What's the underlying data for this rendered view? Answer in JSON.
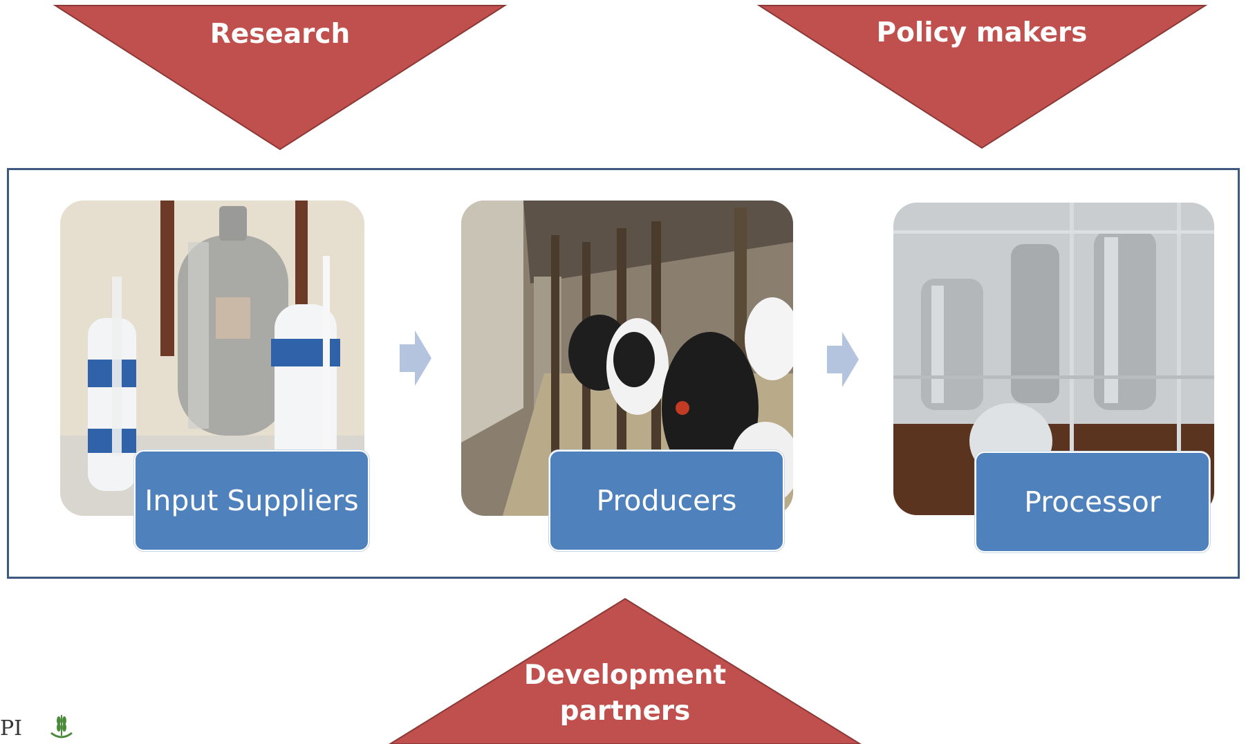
{
  "diagram": {
    "actors": [
      {
        "id": "research",
        "label": "Research"
      },
      {
        "id": "policy",
        "label": "Policy makers"
      },
      {
        "id": "development",
        "label": "Development partners"
      }
    ],
    "stages": [
      {
        "id": "input",
        "label": "Input Suppliers",
        "photo": "nitrogen-tanks-photo"
      },
      {
        "id": "producers",
        "label": "Producers",
        "photo": "dairy-cows-barn-photo"
      },
      {
        "id": "processor",
        "label": "Processor",
        "photo": "dairy-processing-plant-photo"
      }
    ],
    "colors": {
      "actor_fill": "#c0504d",
      "stage_fill": "#4f81bd",
      "frame_border": "#3d5a7e",
      "flow_arrow": "#b4c4df"
    }
  },
  "logo": {
    "text": "PI"
  }
}
